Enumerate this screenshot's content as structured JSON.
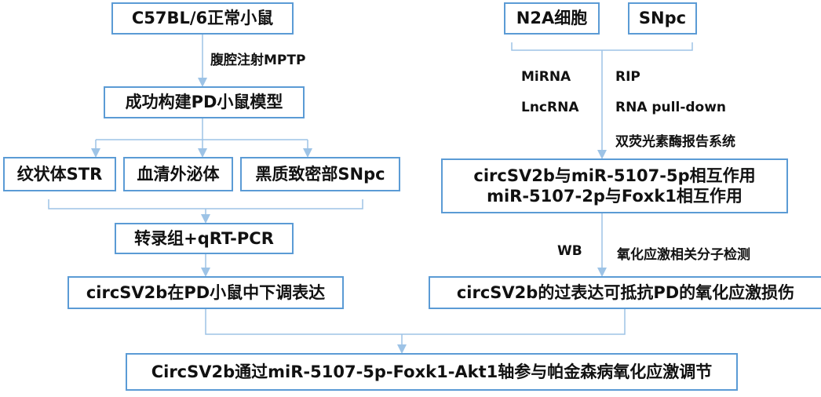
{
  "left": {
    "mice": "C57BL/6正常小鼠",
    "injection": "腹腔注射MPTP",
    "model": "成功构建PD小鼠模型",
    "tissues": [
      "纹状体STR",
      "血清外泌体",
      "黑质致密部SNpc"
    ],
    "assay": "转录组+qRT-PCR",
    "downregulation": "circSV2b在PD小鼠中下调表达"
  },
  "right": {
    "cell_line": "N2A细胞",
    "snpc": "SNpc",
    "method_left": [
      "MiRNA",
      "LncRNA"
    ],
    "method_right": [
      "RIP",
      "RNA pull-down",
      "双荧光素酶报告系统"
    ],
    "interaction_line1": "circSV2b与miR-5107-5p相互作用",
    "interaction_line2": "miR-5107-2p与Foxk1相互作用",
    "wb": "WB",
    "oxidative_detect": "氧化应激相关分子检测",
    "protection": "circSV2b的过表达可抵抗PD的氧化应激损伤"
  },
  "conclusion": "CircSV2b通过miR-5107-5p-Foxk1-Akt1轴参与帕金森病氧化应激调节",
  "colors": {
    "border": "#5b9bd5",
    "line": "#9dc3e6",
    "text": "#111111"
  }
}
